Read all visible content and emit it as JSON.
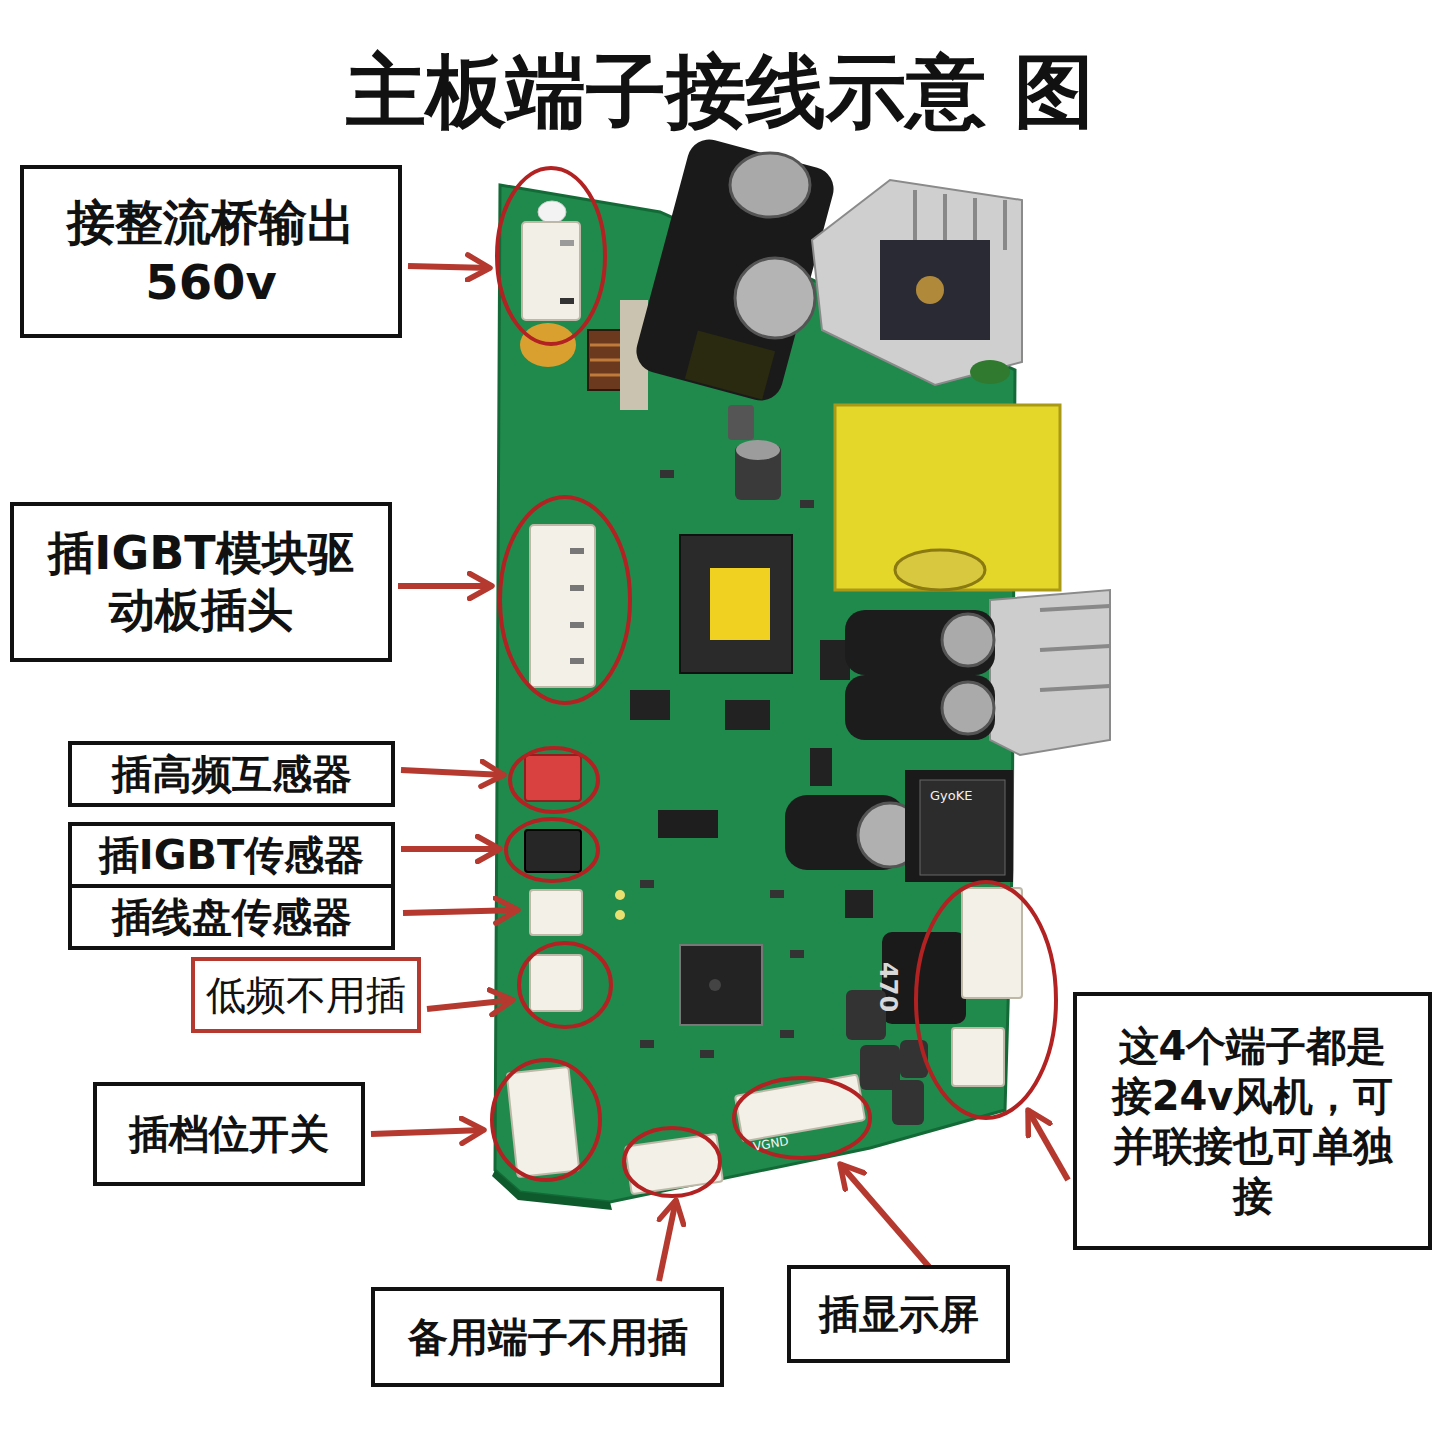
{
  "diagram": {
    "title": "主板端子接线示意 图",
    "nodes": [
      {
        "text": [
          "接整流桥输出 560v"
        ]
      },
      {
        "text": [
          "插IGBT模块驱 动板插头"
        ]
      },
      {
        "text": [
          "插高频互感器"
        ]
      },
      {
        "text": [
          "插IGBT传感器"
        ]
      },
      {
        "text": [
          "插线盘传感器"
        ]
      },
      {
        "text": [
          "低频不用插"
        ]
      },
      {
        "text": [
          "插档位开关"
        ]
      },
      {
        "text": [
          "这4个端子都是 接24v风机，可 并联接也可单独 接"
        ]
      },
      {
        "text": [
          "备用端子不用插"
        ]
      },
      {
        "text": [
          "插显示屏"
        ]
      }
    ],
    "labels": [
      "470",
      "GyoKE",
      "VGND"
    ]
  }
}
